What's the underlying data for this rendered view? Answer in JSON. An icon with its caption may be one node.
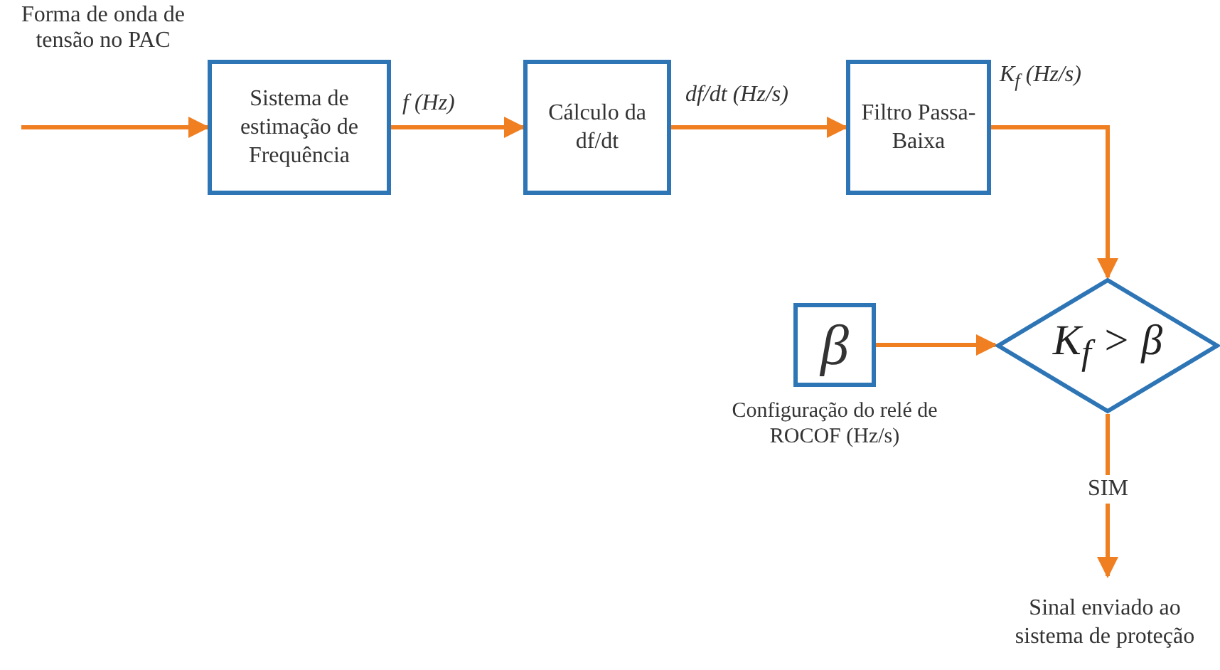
{
  "diagram": {
    "nodes": [
      {
        "text": [
          "Sistema de estimação de Frequência"
        ]
      },
      {
        "text": [
          "Cálculo da df/dt"
        ]
      },
      {
        "text": [
          "Filtro Passa-Baixa"
        ]
      },
      {
        "text": [
          "K$_{f}$ > β"
        ]
      },
      {
        "text": [
          "β"
        ],
        "beside": [
          "Configuração do relé de ROCOF (Hz/s)"
        ]
      },
      {
        "text": [
          "Sinal enviado ao sistema de proteção"
        ]
      }
    ],
    "edges": [
      {
        "from": null,
        "to": 0,
        "arrow": "to",
        "label": "Forma de onda de tensão no PAC"
      },
      {
        "from": 0,
        "to": 1,
        "arrow": "to",
        "label": "f (Hz)"
      },
      {
        "from": 1,
        "to": 2,
        "arrow": "to",
        "label": "df/dt (Hz/s)"
      },
      {
        "from": 2,
        "to": 3,
        "arrow": "to",
        "label": "K$_{f}$ (Hz/s)"
      },
      {
        "from": 4,
        "to": 3,
        "arrow": "to"
      },
      {
        "from": 3,
        "to": 5,
        "arrow": "to",
        "label": "SIM"
      }
    ]
  }
}
